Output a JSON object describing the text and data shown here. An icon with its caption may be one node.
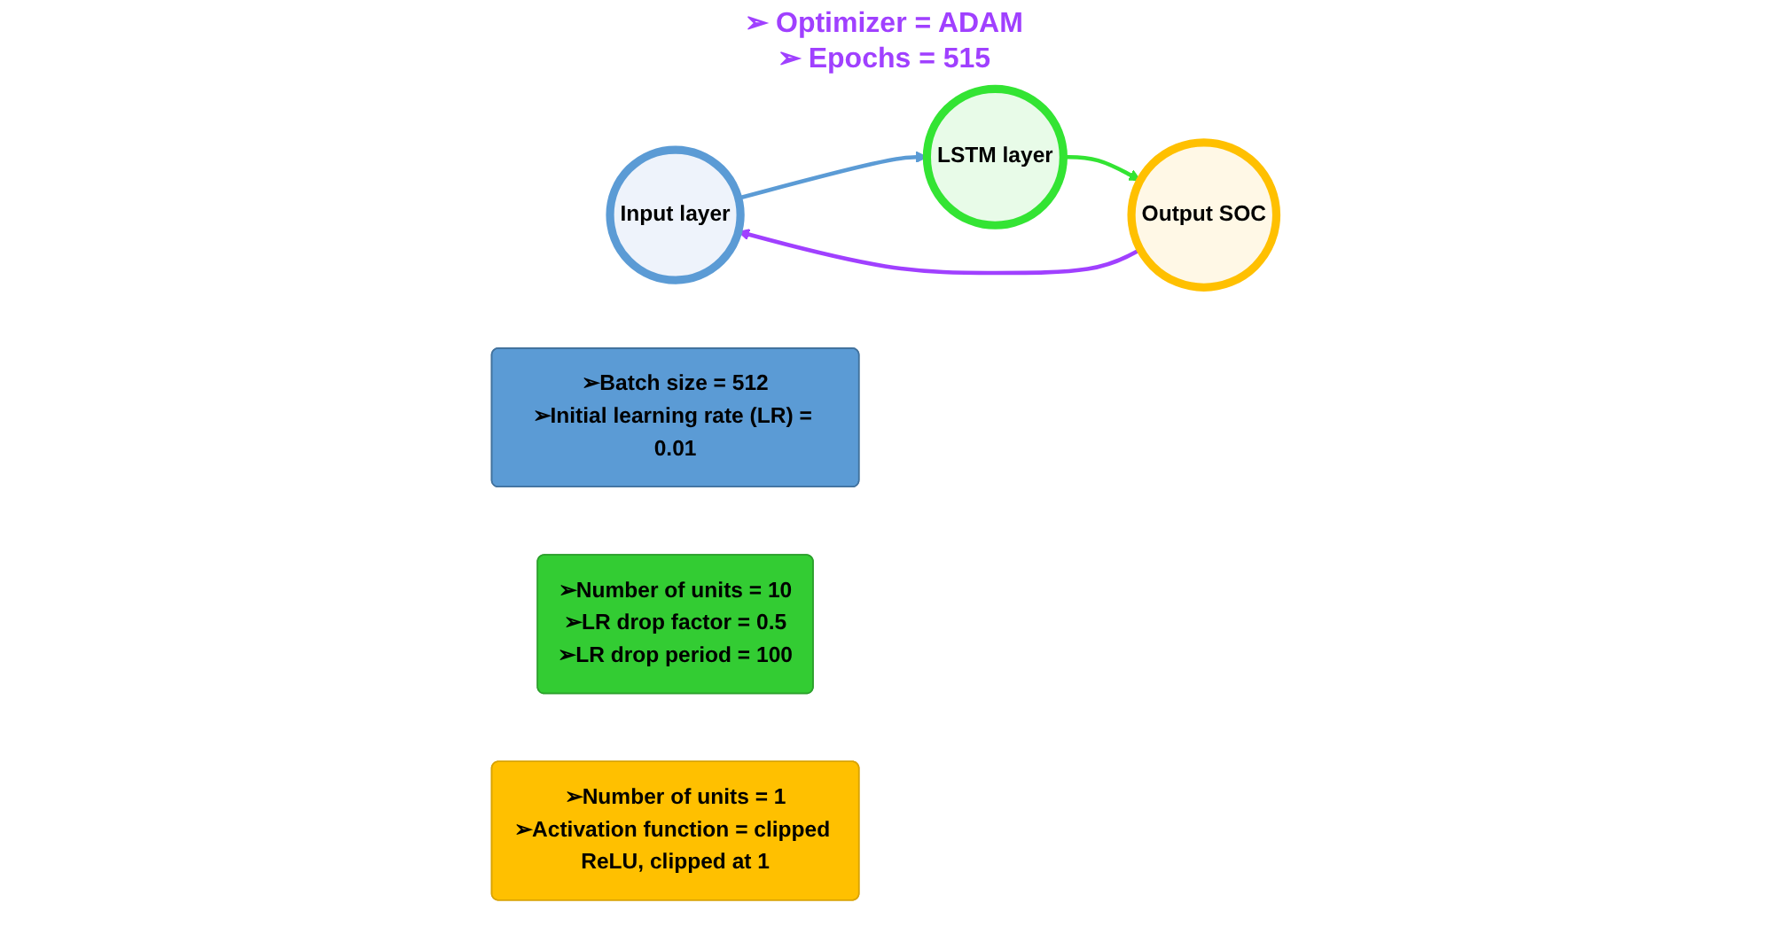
{
  "diagram": {
    "nodes": [
      {
        "text": [
          "Input layer"
        ]
      },
      {
        "text": [
          "LSTM layer"
        ]
      },
      {
        "text": [
          "Output SOC"
        ]
      },
      {
        "text": [
          "➢Batch size = 512",
          "➢Initial learning rate (LR) = 0.01"
        ]
      },
      {
        "text": [
          "➢Number of units = 10",
          "➢LR drop factor = 0.5",
          "➢LR drop period = 100"
        ]
      },
      {
        "text": [
          "➢Number of units = 1",
          "➢Activation function = clipped ReLU, clipped at 1"
        ]
      }
    ],
    "edges": [
      {
        "from": 0,
        "to": 1,
        "arrow": "to",
        "color": "#5b9bd5"
      },
      {
        "from": 1,
        "to": 2,
        "arrow": "to",
        "color": "#33e433"
      },
      {
        "from": 2,
        "to": 0,
        "arrow": "to",
        "color": "#a040ff"
      }
    ],
    "labels": [
      "➢ Optimizer = ADAM",
      "➢ Epochs = 515"
    ]
  }
}
